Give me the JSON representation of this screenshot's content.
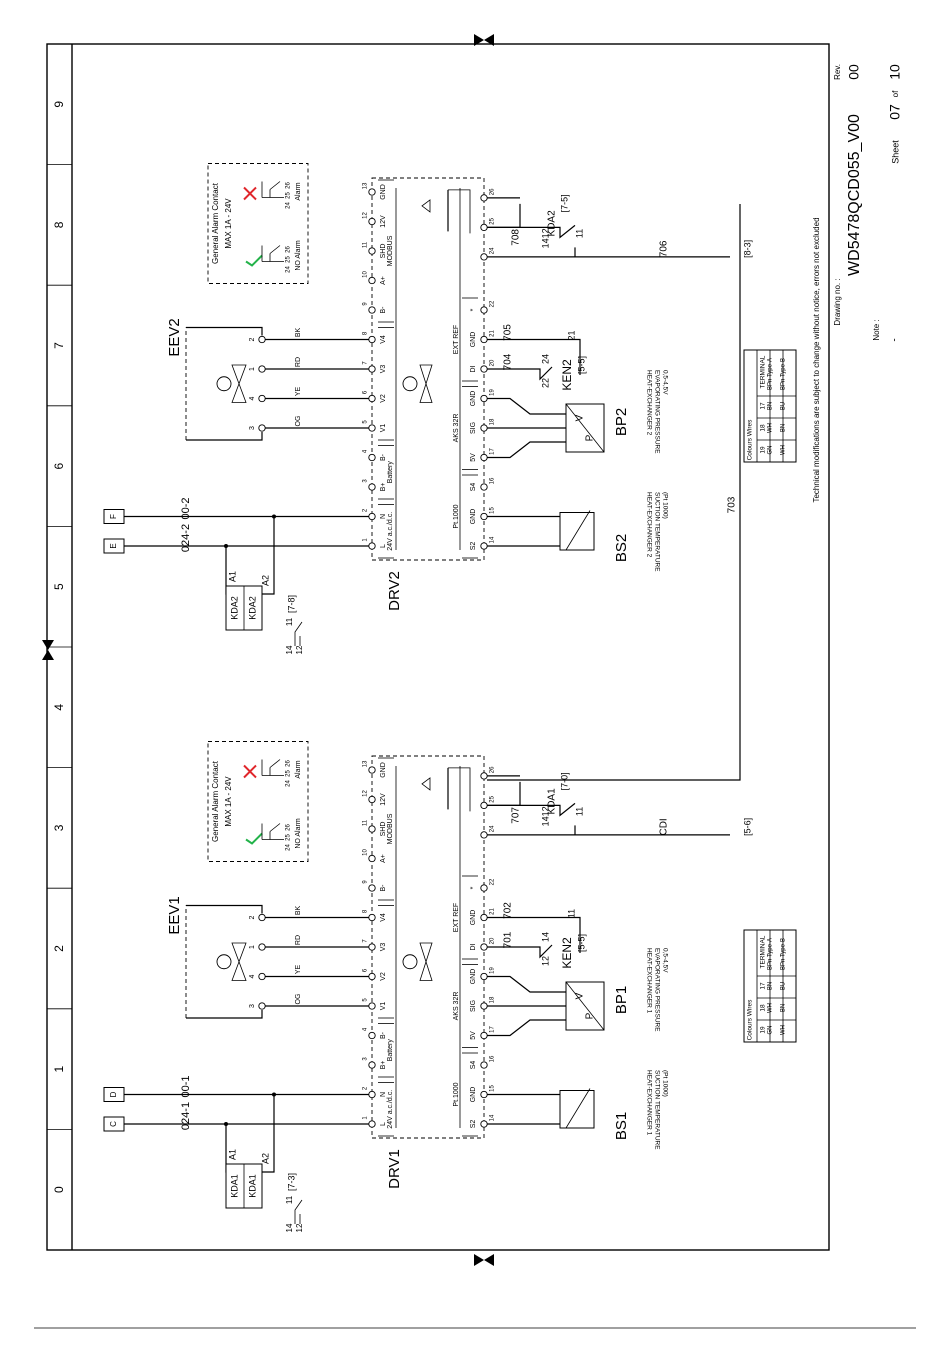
{
  "grid_columns": [
    "0",
    "1",
    "2",
    "3",
    "4",
    "5",
    "6",
    "7",
    "8",
    "9"
  ],
  "drivers": [
    {
      "name": "DRV1",
      "terminals_top": [
        "L",
        "N",
        "B+",
        "B-",
        "V1",
        "V2",
        "V3",
        "V4",
        "B-",
        "A+",
        "SHD",
        "12V",
        "GND"
      ],
      "terminals_top_numbers": [
        "1",
        "2",
        "3",
        "4",
        "5",
        "6",
        "7",
        "8",
        "9",
        "10",
        "11",
        "12",
        "13"
      ],
      "terminals_bottom": [
        "S2",
        "GND",
        "S4",
        "5V",
        "SIG",
        "GND",
        "DI",
        "GND",
        "*",
        "",
        ""
      ],
      "terminals_bottom_numbers": [
        "14",
        "15",
        "16",
        "17",
        "18",
        "19",
        "20",
        "21",
        "22",
        "24",
        "25",
        "26"
      ],
      "groups_top": [
        "24V a.c./d.c.",
        "Battery",
        "MODBUS"
      ],
      "groups_bottom": [
        "Pt.1000",
        "AKS 32R",
        "EXT REF"
      ],
      "valve": "EEV1",
      "valve_pins": [
        "3",
        "4",
        "1",
        "2"
      ],
      "valve_colors": [
        "OG",
        "YE",
        "RD",
        "BK"
      ],
      "supply_terminals": [
        "C",
        "D"
      ],
      "supply_wires": [
        "024-1",
        "00-1"
      ],
      "relay": "KDA1",
      "relay_coil": [
        "A1",
        "A2"
      ],
      "relay_contact": [
        "14",
        "12",
        "11"
      ],
      "relay_ref": "[7-3]",
      "relay_label_ref": "[7-0]",
      "ken": "KEN2",
      "ken_ref": "[5-5]",
      "ken_pins": [
        "12",
        "14",
        "11"
      ],
      "di_wires": [
        "701",
        "702"
      ],
      "alarm_wires": [
        "707",
        "CDI"
      ],
      "alarm_ref": "[5-6]",
      "sensor_temp": "BS1",
      "sensor_temp_desc": [
        "HEAT-EXCHANGER 1",
        "SUCTION TEMPERATURE",
        "(Pt 1000)"
      ],
      "sensor_press": "BP1",
      "sensor_press_desc": [
        "HEAT-EXCHANGER 1",
        "EVAPORATING PRESSURE",
        "0,5-4,5V"
      ]
    },
    {
      "name": "DRV2",
      "valve": "EEV2",
      "supply_terminals": [
        "E",
        "F"
      ],
      "supply_wires": [
        "024-2",
        "00-2"
      ],
      "relay": "KDA2",
      "relay_ref": "[7-8]",
      "relay_label_ref": "[7-5]",
      "ken": "KEN2",
      "ken_ref": "[5-5]",
      "ken_pins": [
        "22",
        "24",
        "21"
      ],
      "di_wires": [
        "704",
        "705"
      ],
      "alarm_wires": [
        "708",
        "706"
      ],
      "alarm_ref": "[8-3]",
      "link_wire": "703",
      "sensor_temp": "BS2",
      "sensor_temp_desc": [
        "HEAT-EXCHANGER 2",
        "SUCTION TEMPERATURE",
        "(Pt 1000)"
      ],
      "sensor_press": "BP2",
      "sensor_press_desc": [
        "HEAT-EXCHANGER 2",
        "EVAPORATING PRESSURE",
        "0,5-4,5V"
      ]
    }
  ],
  "alarm_box": {
    "title": "General Alarm Contact",
    "rating": "MAX 1A - 24V",
    "no_alarm": "NO Alarm",
    "alarm": "Alarm",
    "pins": [
      "24",
      "25",
      "26"
    ]
  },
  "colours_table": {
    "header": [
      "Colours Wires",
      "TERMINAL",
      "17",
      "18",
      "19"
    ],
    "rows": [
      [
        "BPn Type-A",
        "BN",
        "WH",
        "GN"
      ],
      [
        "BPn Type-B",
        "BU",
        "BN",
        "WH"
      ]
    ]
  },
  "title_block": {
    "disclaimer": "Technical modifications are subject to change without notice, errors not excluded",
    "drawing_no_label": "Drawing no. :",
    "drawing_no": "WD5478QCD055_V00",
    "rev_label": "Rev.",
    "rev": "00",
    "note_label": "Note :",
    "note": "-",
    "sheet_label": "Sheet",
    "sheet": "07",
    "of_label": "of",
    "sheet_total": "10"
  }
}
